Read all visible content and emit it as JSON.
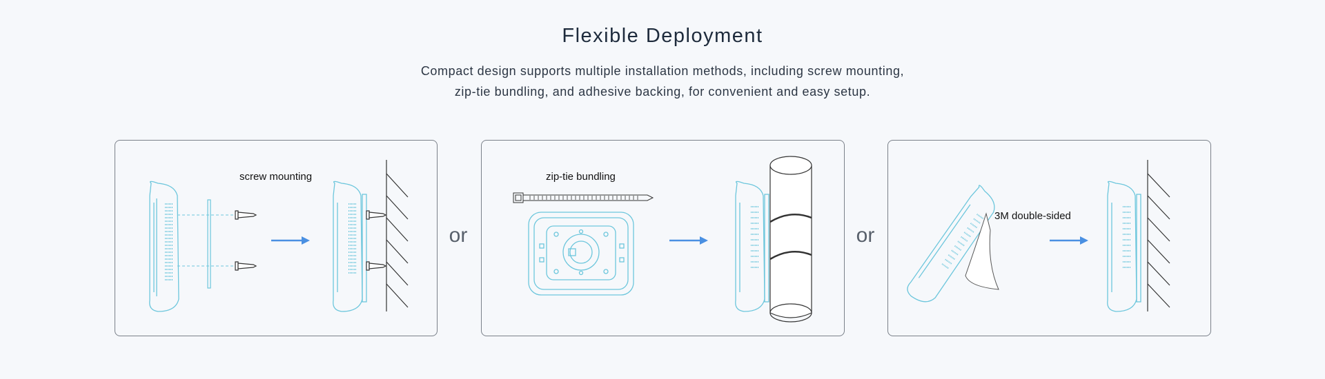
{
  "header": {
    "title": "Flexible Deployment",
    "subtitle_line1": "Compact design supports multiple installation methods, including screw mounting,",
    "subtitle_line2": "zip-tie bundling, and adhesive backing, for convenient and easy setup."
  },
  "panels": [
    {
      "label": "screw mounting"
    },
    {
      "label": "zip-tie bundling"
    },
    {
      "label": "3M double-sided"
    }
  ],
  "separator": "or",
  "colors": {
    "device_outline": "#6cc6dc",
    "arrow": "#4a90e2",
    "line": "#333333",
    "background": "#f6f8fb"
  },
  "icons": [
    "device-side-icon",
    "screw-icon",
    "wall-hatch-icon",
    "zip-tie-icon",
    "device-back-icon",
    "pole-icon",
    "adhesive-tape-icon",
    "arrow-right-icon"
  ]
}
